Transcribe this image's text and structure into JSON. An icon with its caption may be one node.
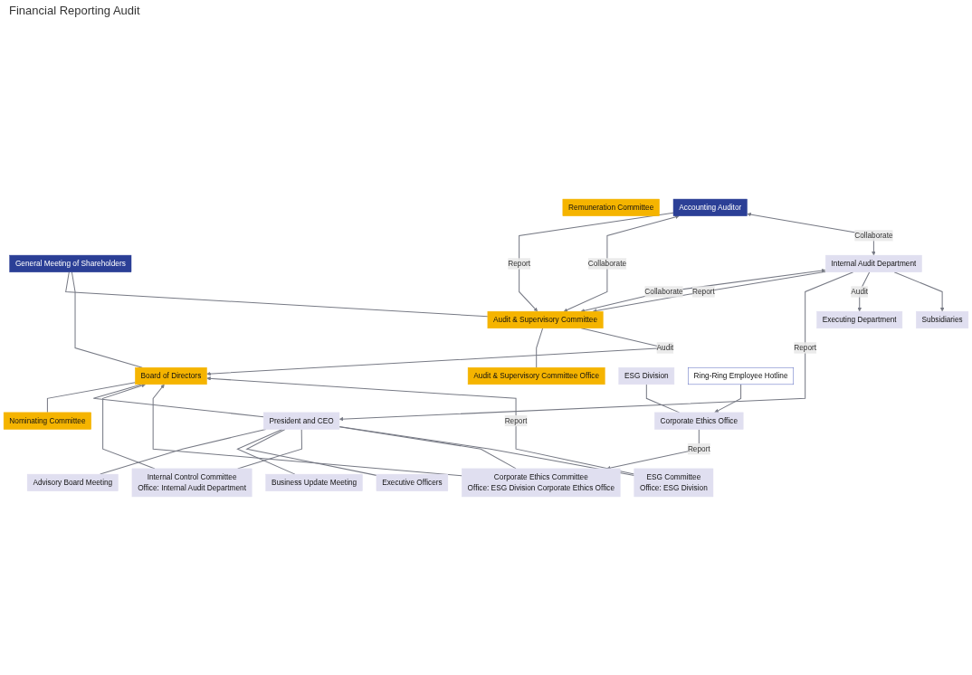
{
  "diagram": {
    "nodes": [
      {
        "text": [
          "General Meeting of Shareholders"
        ]
      },
      {
        "text": [
          "Audit & Supervisory Committee"
        ]
      },
      {
        "text": [
          "Board of Directors"
        ]
      },
      {
        "text": [
          "Nominating Committee"
        ]
      },
      {
        "text": [
          "Remuneration Committee"
        ]
      },
      {
        "text": [
          "Audit & Supervisory Committee Office"
        ]
      },
      {
        "text": [
          "President and CEO"
        ]
      },
      {
        "text": [
          "Advisory Board Meeting"
        ]
      },
      {
        "text": [
          "Business Update Meeting"
        ]
      },
      {
        "text": [
          "Executive Officers"
        ]
      },
      {
        "text": [
          "Internal Audit Department"
        ]
      },
      {
        "text": [
          "ESG Division"
        ]
      },
      {
        "text": [
          "Corporate Ethics Office"
        ]
      },
      {
        "text": [
          "Executing Department"
        ]
      },
      {
        "text": [
          "Subsidiaries"
        ]
      },
      {
        "text": [
          "ESG Committee",
          "Office: ESG Division"
        ]
      },
      {
        "text": [
          "Corporate Ethics Committee",
          "Office: ESG Division Corporate Ethics Office"
        ]
      },
      {
        "text": [
          "Internal Control Committee",
          "Office: Internal Audit Department"
        ]
      },
      {
        "text": [
          "Ring-Ring Employee Hotline"
        ]
      },
      {
        "text": [
          "Accounting Auditor"
        ]
      }
    ],
    "edges": [
      {
        "from": 0,
        "to": 1,
        "arrow": "none"
      },
      {
        "from": 0,
        "to": 2,
        "arrow": "none"
      },
      {
        "from": 2,
        "to": 3,
        "arrow": "none"
      },
      {
        "from": 1,
        "to": 5,
        "arrow": "none"
      },
      {
        "from": 1,
        "to": 2,
        "arrow": "to",
        "label": "Audit"
      },
      {
        "from": 19,
        "to": 1,
        "arrow": "to",
        "label": "Report"
      },
      {
        "from": 19,
        "to": 1,
        "arrow": "both",
        "label": "Collaborate"
      },
      {
        "from": 10,
        "to": 1,
        "arrow": "both",
        "label": "Collaborate"
      },
      {
        "from": 10,
        "to": 1,
        "arrow": "to",
        "label": "Report"
      },
      {
        "from": 10,
        "to": 6,
        "arrow": "to",
        "label": "Report"
      },
      {
        "from": 19,
        "to": 10,
        "arrow": "both",
        "label": "Collaborate"
      },
      {
        "from": 2,
        "to": 6,
        "arrow": "none"
      },
      {
        "from": 6,
        "to": 7,
        "arrow": "none"
      },
      {
        "from": 6,
        "to": 8,
        "arrow": "none"
      },
      {
        "from": 6,
        "to": 9,
        "arrow": "none"
      },
      {
        "from": 6,
        "to": 17,
        "arrow": "none"
      },
      {
        "from": 6,
        "to": 16,
        "arrow": "none"
      },
      {
        "from": 6,
        "to": 15,
        "arrow": "none"
      },
      {
        "from": 17,
        "to": 2,
        "arrow": "to"
      },
      {
        "from": 16,
        "to": 2,
        "arrow": "to"
      },
      {
        "from": 15,
        "to": 2,
        "arrow": "to",
        "label": "Report"
      },
      {
        "from": 10,
        "to": 13,
        "arrow": "to",
        "label": "Audit"
      },
      {
        "from": 10,
        "to": 14,
        "arrow": "to"
      },
      {
        "from": 11,
        "to": 12,
        "arrow": "none"
      },
      {
        "from": 12,
        "to": 16,
        "arrow": "to",
        "label": "Report"
      },
      {
        "from": 18,
        "to": 12,
        "arrow": "to"
      }
    ],
    "labels": [
      "Financial Reporting Audit"
    ]
  }
}
